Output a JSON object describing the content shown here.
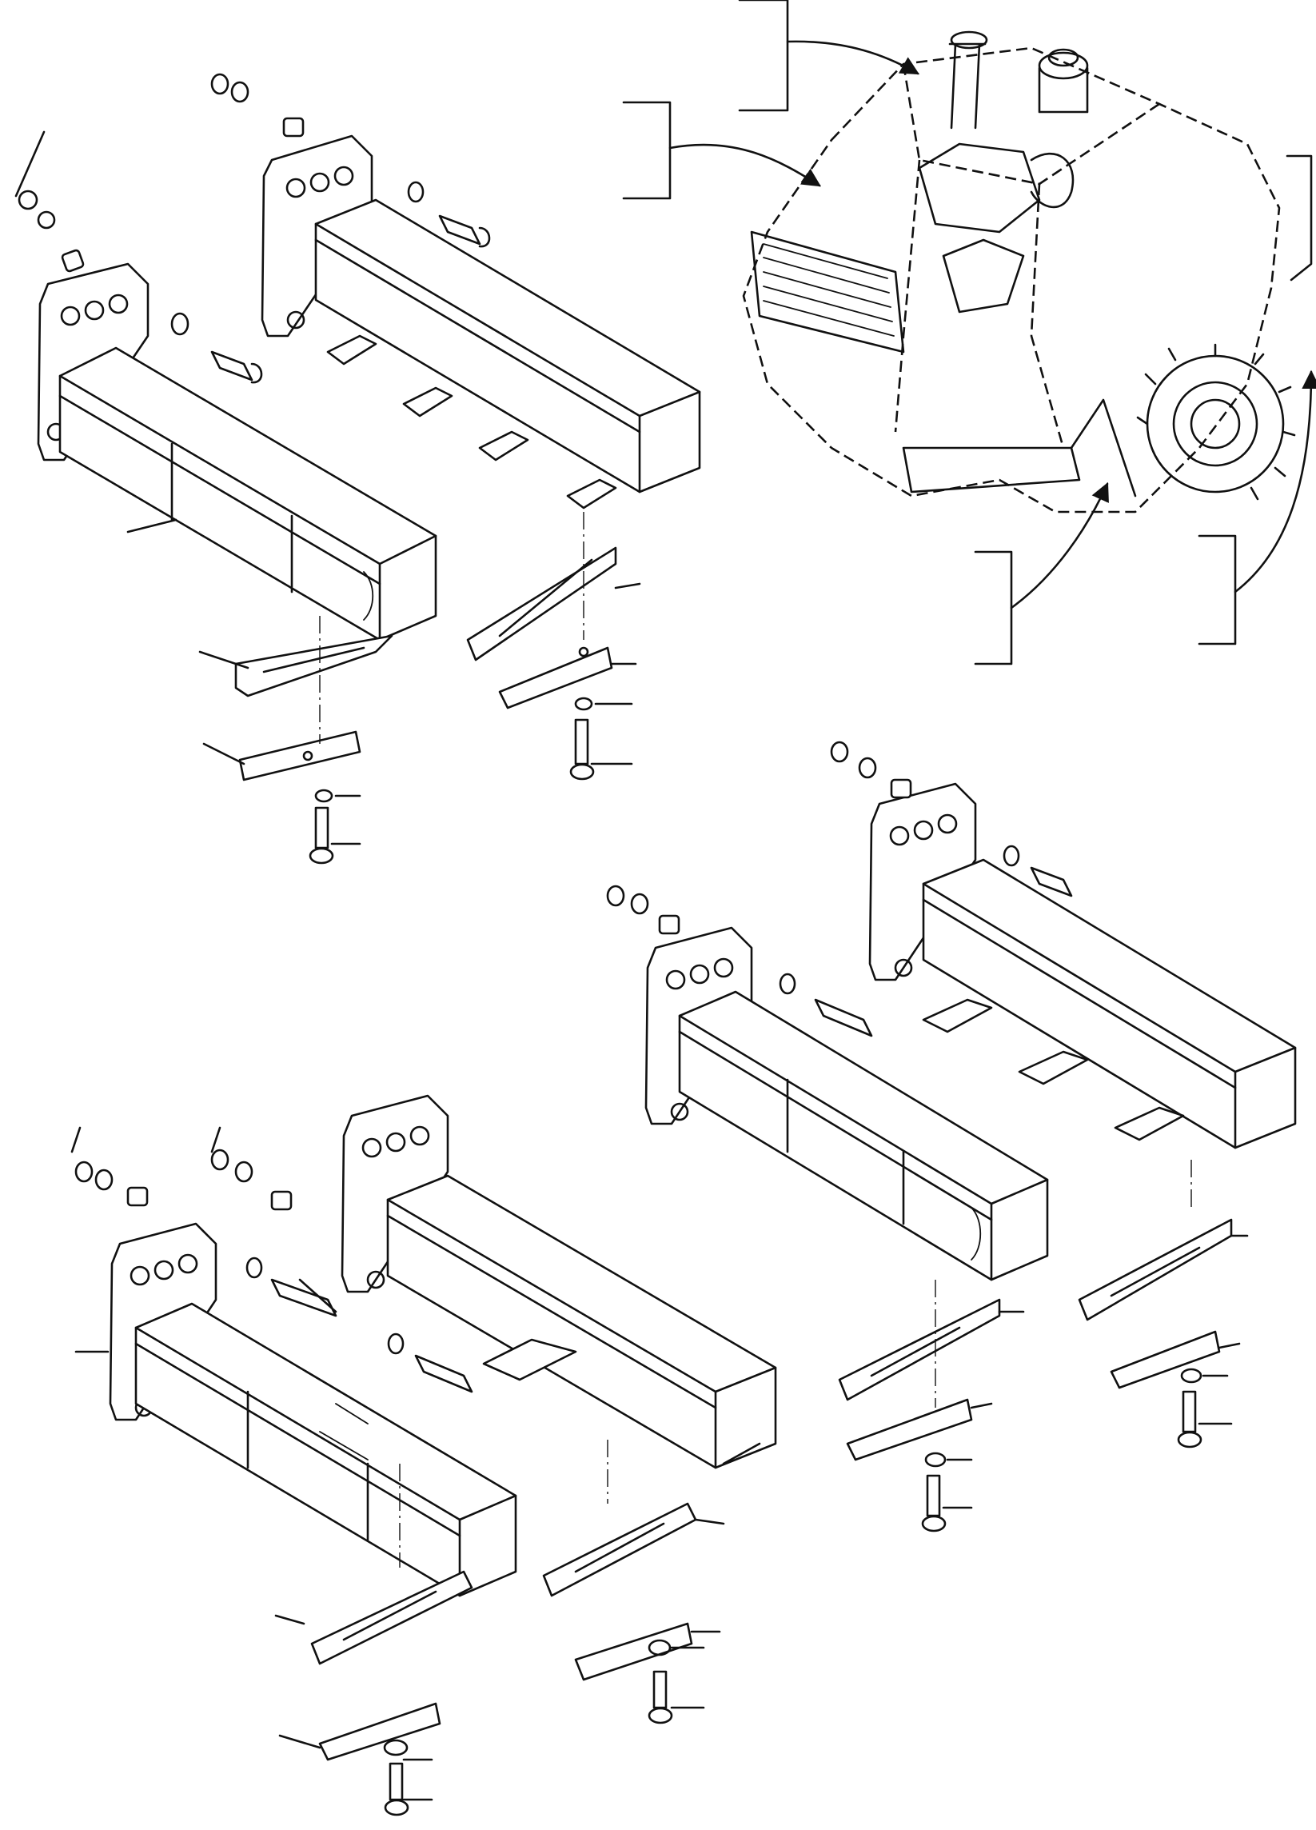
{
  "drawing": {
    "rail_assemblies": [
      {
        "name": "upper-left-rail"
      },
      {
        "name": "upper-right-rail"
      },
      {
        "name": "middle-right-rail"
      },
      {
        "name": "lower-left-rail"
      }
    ],
    "machine_view": {
      "name": "machine-overview"
    }
  }
}
